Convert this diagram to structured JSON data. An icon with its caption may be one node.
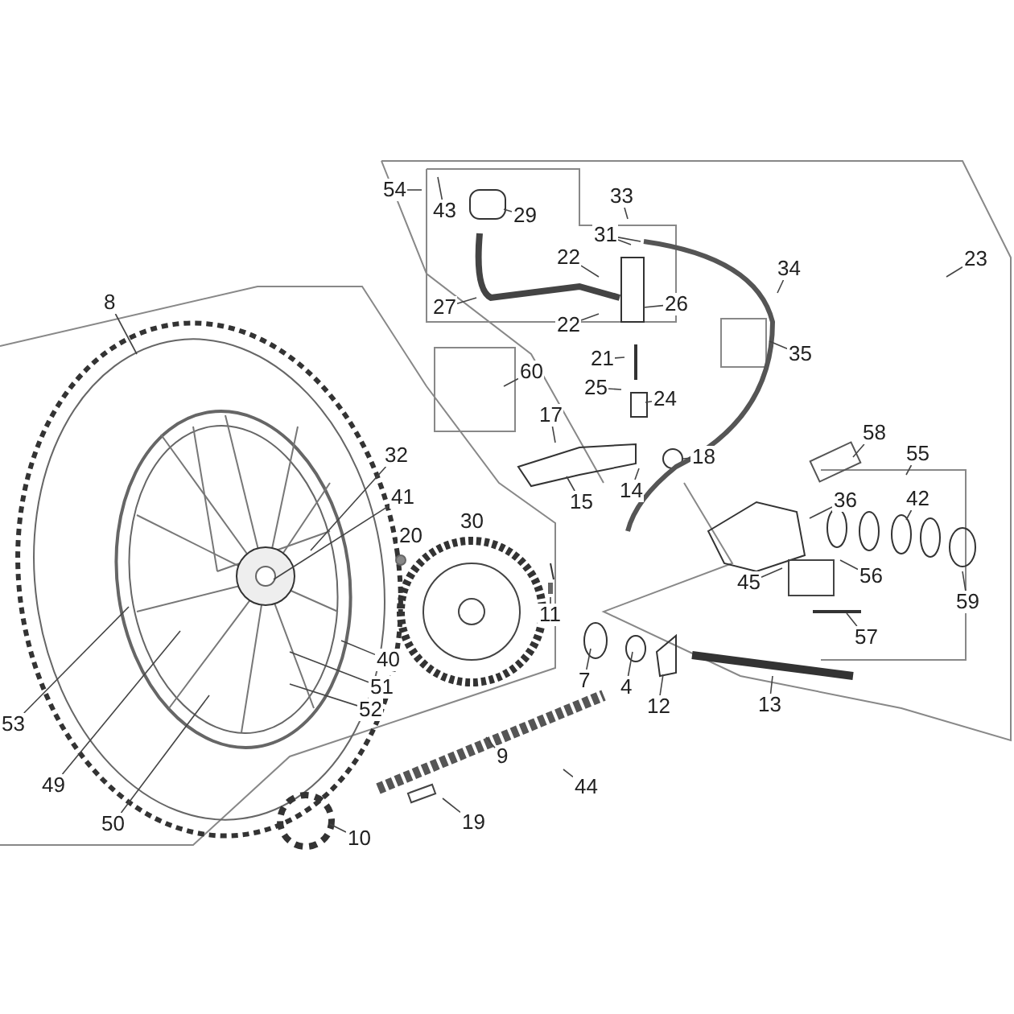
{
  "diagram": {
    "nodes": [
      {
        "text": [
          "54"
        ]
      },
      {
        "text": [
          "43"
        ]
      },
      {
        "text": [
          "29"
        ]
      },
      {
        "text": [
          "33"
        ]
      },
      {
        "text": [
          "31"
        ]
      },
      {
        "text": [
          "22"
        ]
      },
      {
        "text": [
          "34"
        ]
      },
      {
        "text": [
          "23"
        ]
      },
      {
        "text": [
          "27"
        ]
      },
      {
        "text": [
          "26"
        ]
      },
      {
        "text": [
          "22"
        ]
      },
      {
        "text": [
          "8"
        ]
      },
      {
        "text": [
          "21"
        ]
      },
      {
        "text": [
          "35"
        ]
      },
      {
        "text": [
          "60"
        ]
      },
      {
        "text": [
          "25"
        ]
      },
      {
        "text": [
          "24"
        ]
      },
      {
        "text": [
          "17"
        ]
      },
      {
        "text": [
          "58"
        ]
      },
      {
        "text": [
          "55"
        ]
      },
      {
        "text": [
          "18"
        ]
      },
      {
        "text": [
          "32"
        ]
      },
      {
        "text": [
          "15"
        ]
      },
      {
        "text": [
          "14"
        ]
      },
      {
        "text": [
          "41"
        ]
      },
      {
        "text": [
          "36"
        ]
      },
      {
        "text": [
          "42"
        ]
      },
      {
        "text": [
          "56"
        ]
      },
      {
        "text": [
          "45"
        ]
      },
      {
        "text": [
          "59"
        ]
      },
      {
        "text": [
          "11"
        ]
      },
      {
        "text": [
          "57"
        ]
      },
      {
        "text": [
          "40"
        ]
      },
      {
        "text": [
          "7"
        ]
      },
      {
        "text": [
          "4"
        ]
      },
      {
        "text": [
          "51"
        ]
      },
      {
        "text": [
          "12"
        ]
      },
      {
        "text": [
          "13"
        ]
      },
      {
        "text": [
          "52"
        ]
      },
      {
        "text": [
          "53"
        ]
      },
      {
        "text": [
          "9"
        ]
      },
      {
        "text": [
          "44"
        ]
      },
      {
        "text": [
          "49"
        ]
      },
      {
        "text": [
          "19"
        ]
      },
      {
        "text": [
          "50"
        ]
      },
      {
        "text": [
          "10"
        ]
      },
      {
        "text": [
          "20"
        ]
      },
      {
        "text": [
          "30"
        ]
      }
    ],
    "edges": [
      {
        "from": 0,
        "to": null,
        "arrow": "none"
      },
      {
        "from": 1,
        "to": null,
        "arrow": "none"
      },
      {
        "from": 2,
        "to": null,
        "arrow": "none"
      },
      {
        "from": 3,
        "to": null,
        "arrow": "none"
      },
      {
        "from": 4,
        "to": null,
        "arrow": "none"
      },
      {
        "from": 4,
        "to": null,
        "arrow": "none"
      },
      {
        "from": 5,
        "to": null,
        "arrow": "none"
      },
      {
        "from": 6,
        "to": null,
        "arrow": "none"
      },
      {
        "from": 7,
        "to": null,
        "arrow": "none"
      },
      {
        "from": 8,
        "to": null,
        "arrow": "none"
      },
      {
        "from": 9,
        "to": null,
        "arrow": "none"
      },
      {
        "from": 10,
        "to": null,
        "arrow": "none"
      },
      {
        "from": 11,
        "to": null,
        "arrow": "none"
      },
      {
        "from": 12,
        "to": null,
        "arrow": "none"
      },
      {
        "from": 13,
        "to": null,
        "arrow": "none"
      },
      {
        "from": 14,
        "to": null,
        "arrow": "none"
      },
      {
        "from": 15,
        "to": null,
        "arrow": "none"
      },
      {
        "from": 16,
        "to": null,
        "arrow": "none"
      },
      {
        "from": 17,
        "to": null,
        "arrow": "none"
      },
      {
        "from": 18,
        "to": null,
        "arrow": "none"
      },
      {
        "from": 19,
        "to": null,
        "arrow": "none"
      },
      {
        "from": 20,
        "to": null,
        "arrow": "none"
      },
      {
        "from": 21,
        "to": null,
        "arrow": "none"
      },
      {
        "from": 22,
        "to": null,
        "arrow": "none"
      },
      {
        "from": 23,
        "to": null,
        "arrow": "none"
      },
      {
        "from": 24,
        "to": null,
        "arrow": "none"
      },
      {
        "from": 25,
        "to": null,
        "arrow": "none"
      },
      {
        "from": 26,
        "to": null,
        "arrow": "none"
      },
      {
        "from": 27,
        "to": null,
        "arrow": "none"
      },
      {
        "from": 28,
        "to": null,
        "arrow": "none"
      },
      {
        "from": 29,
        "to": null,
        "arrow": "none"
      },
      {
        "from": 30,
        "to": null,
        "arrow": "none"
      },
      {
        "from": 31,
        "to": null,
        "arrow": "none"
      },
      {
        "from": 32,
        "to": null,
        "arrow": "none"
      },
      {
        "from": 33,
        "to": null,
        "arrow": "none"
      },
      {
        "from": 34,
        "to": null,
        "arrow": "none"
      },
      {
        "from": 35,
        "to": null,
        "arrow": "none"
      },
      {
        "from": 36,
        "to": null,
        "arrow": "none"
      },
      {
        "from": 37,
        "to": null,
        "arrow": "none"
      },
      {
        "from": 38,
        "to": null,
        "arrow": "none"
      },
      {
        "from": 39,
        "to": null,
        "arrow": "none"
      },
      {
        "from": 40,
        "to": null,
        "arrow": "none"
      },
      {
        "from": 41,
        "to": null,
        "arrow": "none"
      },
      {
        "from": 42,
        "to": null,
        "arrow": "none"
      },
      {
        "from": 43,
        "to": null,
        "arrow": "none"
      },
      {
        "from": 44,
        "to": null,
        "arrow": "none"
      },
      {
        "from": 45,
        "to": null,
        "arrow": "none"
      }
    ]
  }
}
